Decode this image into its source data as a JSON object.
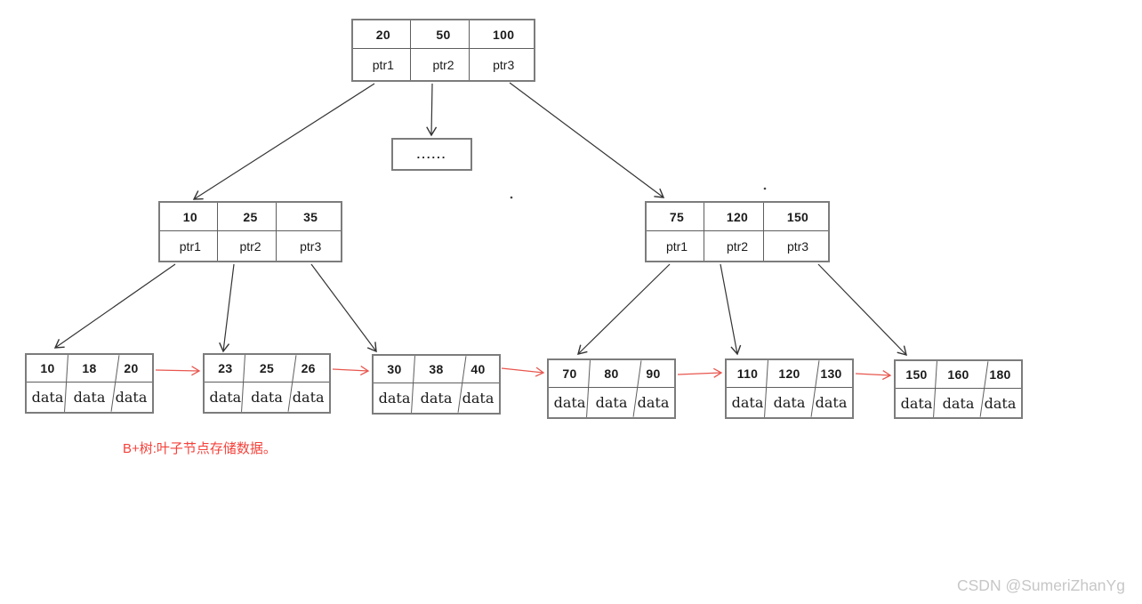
{
  "tree": {
    "root": {
      "keys": [
        "20",
        "50",
        "100"
      ],
      "pointers": [
        "ptr1",
        "ptr2",
        "ptr3"
      ]
    },
    "ellipsis": "......",
    "internals": [
      {
        "keys": [
          "10",
          "25",
          "35"
        ],
        "pointers": [
          "ptr1",
          "ptr2",
          "ptr3"
        ]
      },
      {
        "keys": [
          "75",
          "120",
          "150"
        ],
        "pointers": [
          "ptr1",
          "ptr2",
          "ptr3"
        ]
      }
    ],
    "leaves": [
      {
        "keys": [
          "10",
          "18",
          "20"
        ],
        "values": [
          "data",
          "data",
          "data"
        ]
      },
      {
        "keys": [
          "23",
          "25",
          "26"
        ],
        "values": [
          "data",
          "data",
          "data"
        ]
      },
      {
        "keys": [
          "30",
          "38",
          "40"
        ],
        "values": [
          "data",
          "data",
          "data"
        ]
      },
      {
        "keys": [
          "70",
          "80",
          "90"
        ],
        "values": [
          "data",
          "data",
          "data"
        ]
      },
      {
        "keys": [
          "110",
          "120",
          "130"
        ],
        "values": [
          "data",
          "data",
          "data"
        ]
      },
      {
        "keys": [
          "150",
          "160",
          "180"
        ],
        "values": [
          "data",
          "data",
          "data"
        ]
      }
    ]
  },
  "annotation": {
    "text": "B+树:叶子节点存储数据。",
    "color": "#f4423b"
  },
  "watermark": {
    "text": "CSDN @SumeriZhanYg",
    "color": "#c7c7c7"
  },
  "colors": {
    "node_border": "#7c7c7c",
    "tree_arrow": "#333333",
    "leaf_link_arrow": "#e8564e"
  }
}
